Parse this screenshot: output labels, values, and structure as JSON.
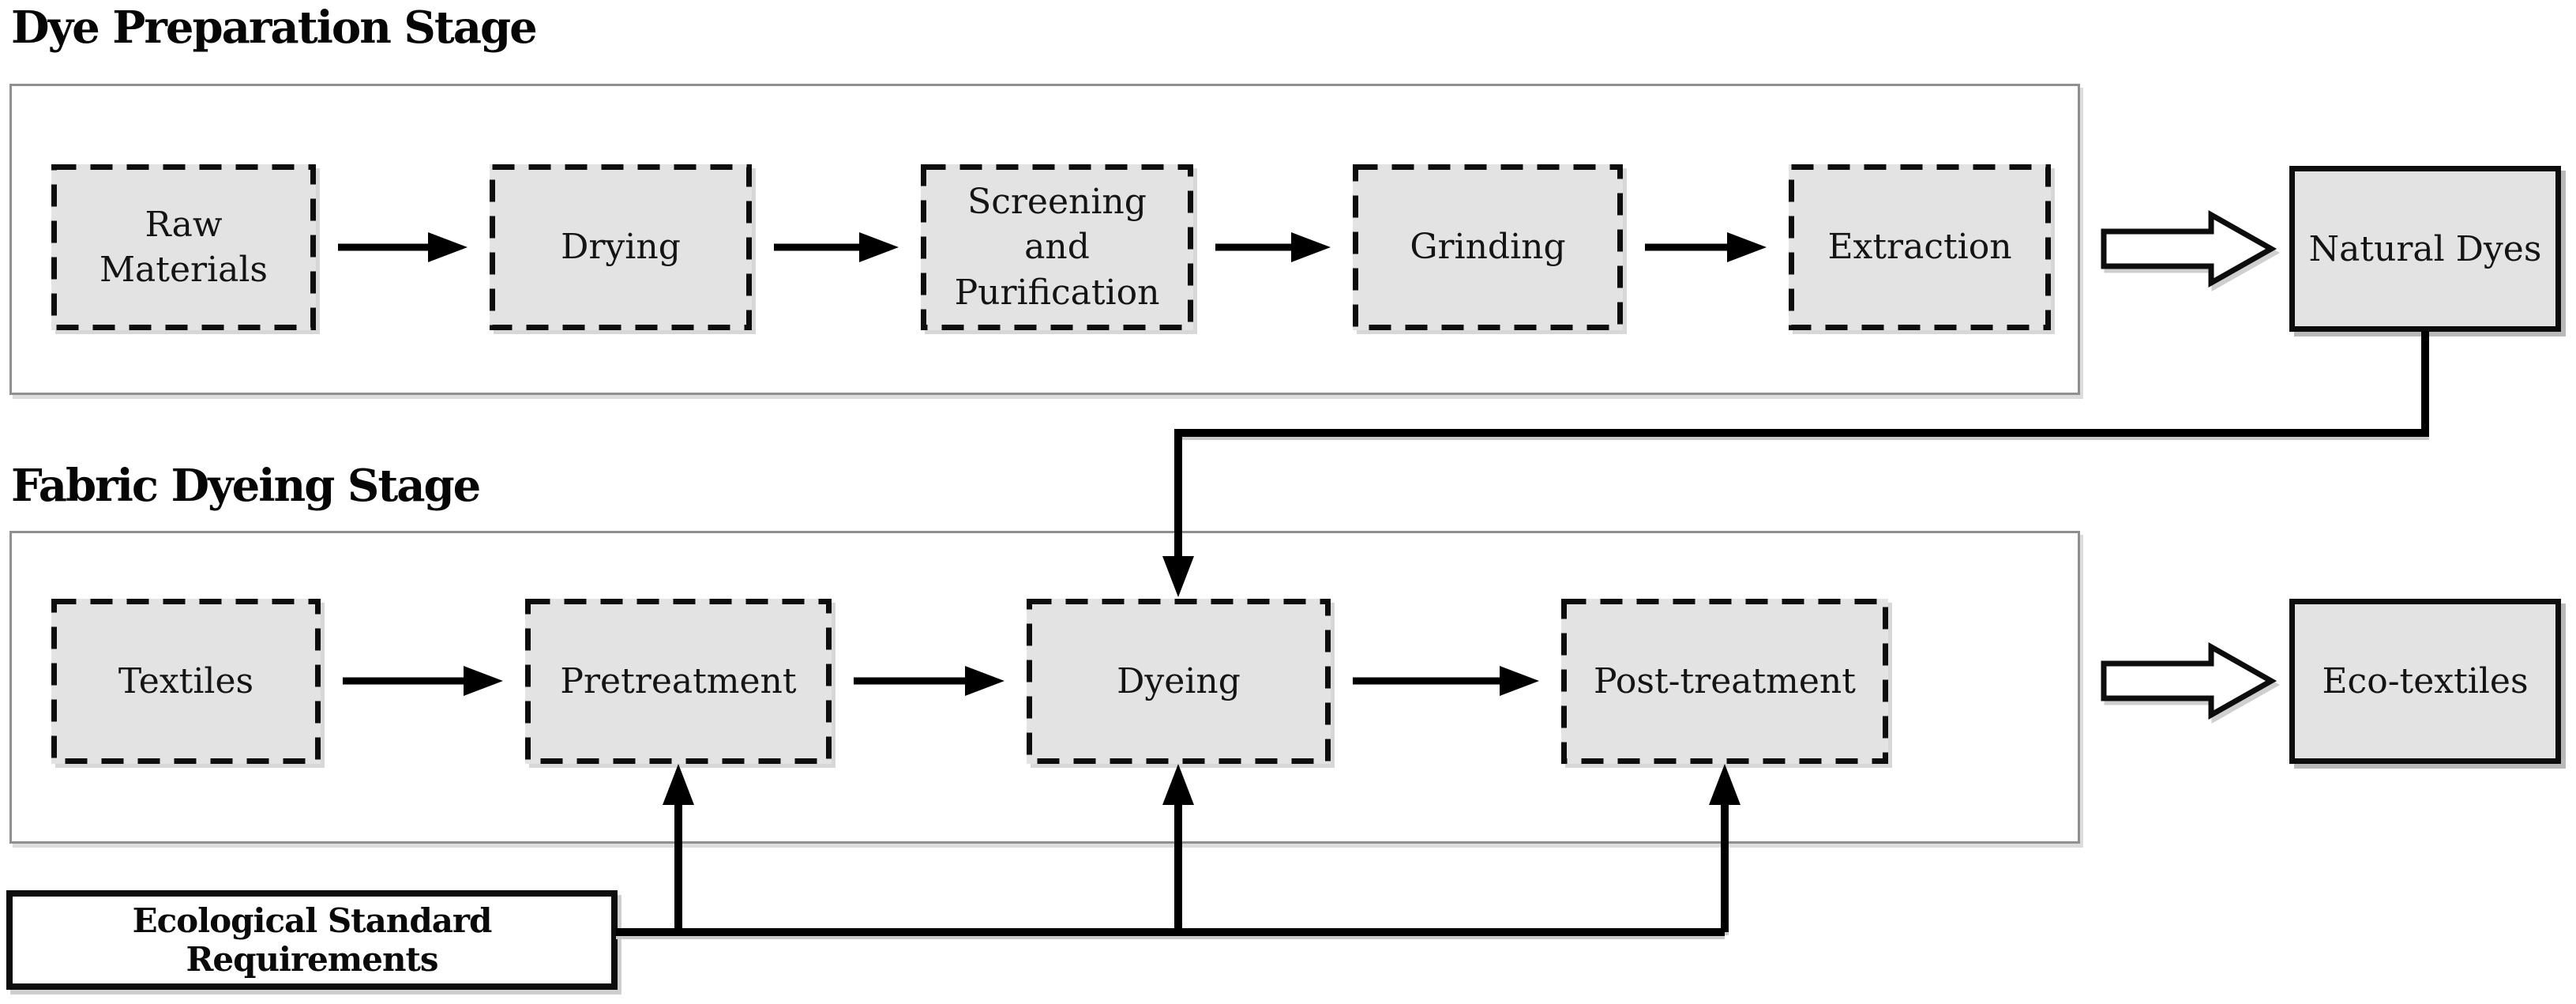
{
  "stage1": {
    "title": "Dye Preparation Stage",
    "boxes": [
      {
        "label": "Raw Materials"
      },
      {
        "label": "Drying"
      },
      {
        "label": "Screening and Purification"
      },
      {
        "label": "Grinding"
      },
      {
        "label": "Extraction"
      }
    ],
    "output": {
      "label": "Natural Dyes"
    }
  },
  "stage2": {
    "title": "Fabric Dyeing Stage",
    "boxes": [
      {
        "label": "Textiles"
      },
      {
        "label": "Pretreatment"
      },
      {
        "label": "Dyeing"
      },
      {
        "label": "Post-treatment"
      }
    ],
    "output": {
      "label": "Eco-textiles"
    }
  },
  "requirements": {
    "label": "Ecological Standard Requirements"
  },
  "connections": [
    {
      "from": "Raw Materials",
      "to": "Drying",
      "style": "arrow"
    },
    {
      "from": "Drying",
      "to": "Screening and Purification",
      "style": "arrow"
    },
    {
      "from": "Screening and Purification",
      "to": "Grinding",
      "style": "arrow"
    },
    {
      "from": "Grinding",
      "to": "Extraction",
      "style": "arrow"
    },
    {
      "from": "Dye Preparation Stage",
      "to": "Natural Dyes",
      "style": "block-arrow"
    },
    {
      "from": "Natural Dyes",
      "to": "Dyeing",
      "style": "elbow-arrow"
    },
    {
      "from": "Textiles",
      "to": "Pretreatment",
      "style": "arrow"
    },
    {
      "from": "Pretreatment",
      "to": "Dyeing",
      "style": "arrow"
    },
    {
      "from": "Dyeing",
      "to": "Post-treatment",
      "style": "arrow"
    },
    {
      "from": "Fabric Dyeing Stage",
      "to": "Eco-textiles",
      "style": "block-arrow"
    },
    {
      "from": "Ecological Standard Requirements",
      "to": "Pretreatment",
      "style": "elbow-arrow"
    },
    {
      "from": "Ecological Standard Requirements",
      "to": "Dyeing",
      "style": "elbow-arrow"
    },
    {
      "from": "Ecological Standard Requirements",
      "to": "Post-treatment",
      "style": "elbow-arrow"
    }
  ],
  "colors": {
    "process_fill": "#e3e3e3",
    "line": "#000000",
    "box_border": "#0d0d0d",
    "container_border": "#8f8f8f",
    "background": "#ffffff"
  }
}
